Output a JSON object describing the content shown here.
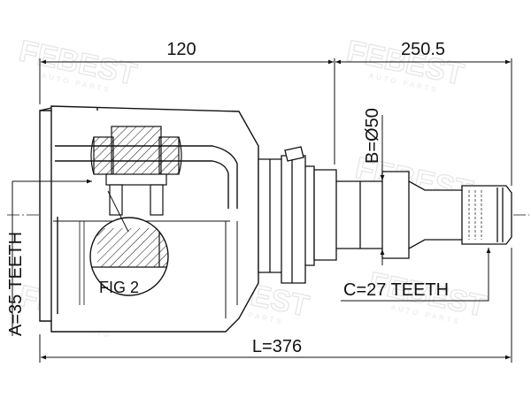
{
  "watermark": {
    "brand": "FEBEST",
    "tagline": "AUTO PARTS"
  },
  "dimensions": {
    "inner_length": "120",
    "outer_length": "250.5",
    "diameter": "B=Ø50",
    "outer_teeth": "C=27 TEETH",
    "inner_teeth": "A=35 TEETH",
    "total_length": "L=376"
  },
  "figure_label": "FIG 2",
  "colors": {
    "line": "#111111",
    "watermark": "#e2e2e2",
    "background": "#ffffff"
  }
}
